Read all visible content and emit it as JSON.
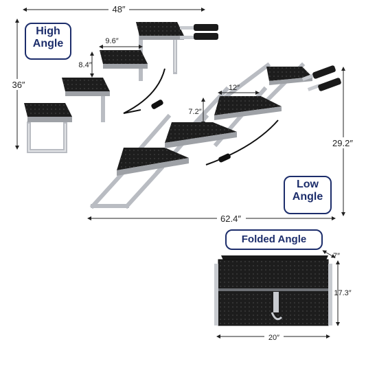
{
  "labels": {
    "high_angle": [
      "High",
      "Angle"
    ],
    "low_angle": [
      "Low",
      "Angle"
    ],
    "folded_angle": "Folded Angle"
  },
  "dimensions": {
    "high_width": "48″",
    "high_height": "36″",
    "high_step_depth": "9.6″",
    "high_rise": "8.4″",
    "low_step_depth": "12″",
    "low_rise": "7.2″",
    "low_height": "29.2″",
    "low_length": "62.4″",
    "folded_depth": "7″",
    "folded_height": "17.3″",
    "folded_width": "20″"
  },
  "colors": {
    "badge_border": "#1c2d6b",
    "badge_text": "#1c2d6b",
    "tread": "#1a1a1a",
    "frame": "#c8cbd0",
    "dimension_line": "#222222"
  }
}
